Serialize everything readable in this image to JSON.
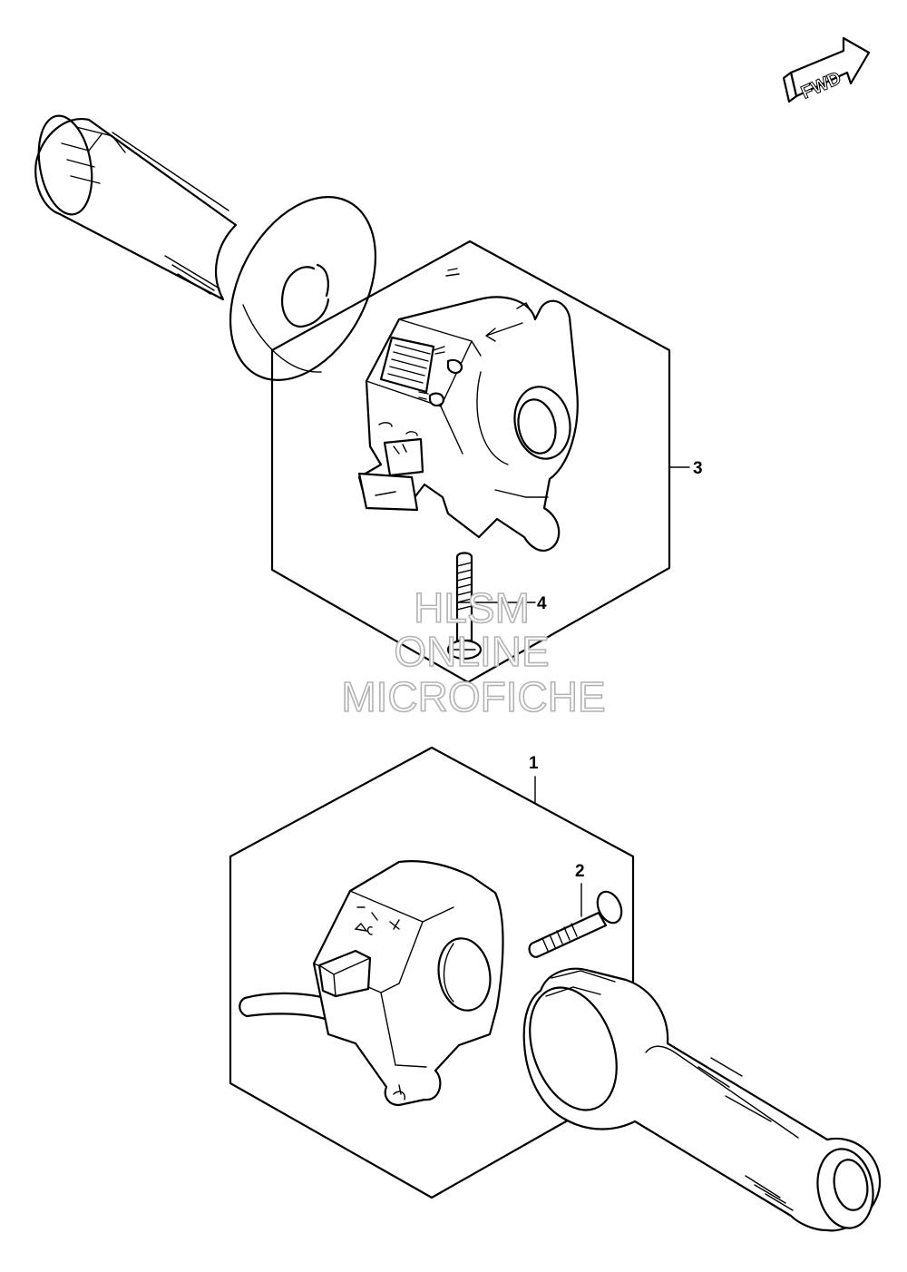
{
  "orientation": {
    "label": "FWD",
    "icon": "forward-arrow-icon"
  },
  "callouts": {
    "part_1": "1",
    "part_2": "2",
    "part_3": "3",
    "part_4": "4"
  },
  "watermark": {
    "line1": "HLSM",
    "line2": "ONLINE",
    "line3": "MICROFICHE"
  },
  "colors": {
    "line": "#000000",
    "background": "#ffffff",
    "watermark": "#b3b3b3"
  }
}
